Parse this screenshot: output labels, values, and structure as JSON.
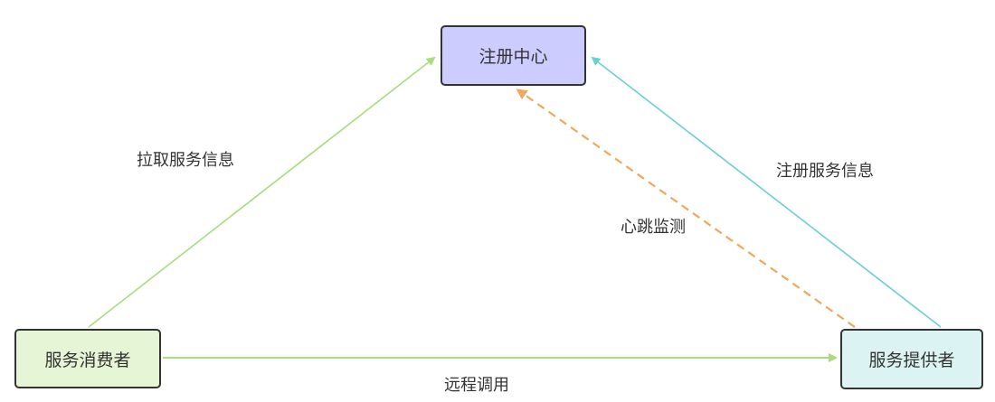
{
  "nodes": {
    "registry": {
      "label": "注册中心",
      "fill": "#ccccff"
    },
    "consumer": {
      "label": "服务消费者",
      "fill": "#e6f5d6"
    },
    "provider": {
      "label": "服务提供者",
      "fill": "#dcf3f3"
    }
  },
  "edges": {
    "pull_service_info": {
      "label": "拉取服务信息",
      "color": "#a9dc7e",
      "style": "solid"
    },
    "register_service_info": {
      "label": "注册服务信息",
      "color": "#6ccfd0",
      "style": "solid"
    },
    "heartbeat_monitor": {
      "label": "心跳监测",
      "color": "#efa85c",
      "style": "dashed"
    },
    "remote_call": {
      "label": "远程调用",
      "color": "#a9dc7e",
      "style": "solid"
    }
  }
}
